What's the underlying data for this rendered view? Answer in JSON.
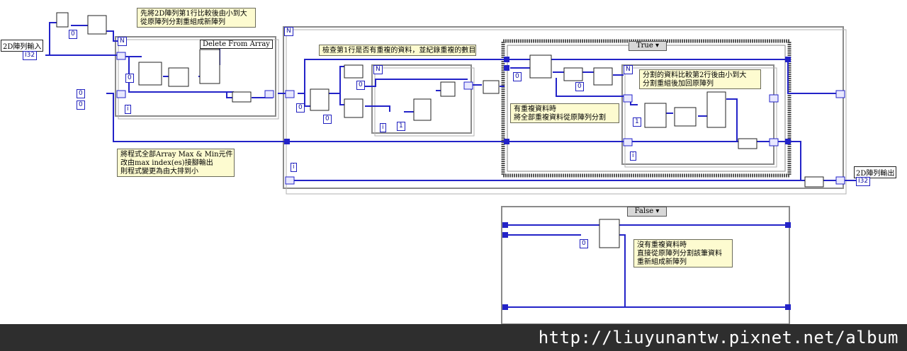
{
  "notes": {
    "top": "先將2D陣列第1行比較後由小到大\n從原陣列分割重組成新陣列",
    "check": "檢查第1行是否有重複的資料，並紀錄重複的數目",
    "dup": "有重複資料時\n將全部重複資料從原陣列分割",
    "split": "分割的資料比較第2行後由小到大\n分割重組後加回原陣列",
    "change": "將程式全部Array Max & Min元件\n改由max index(es)接腳輸出\n則程式變更為由大排到小",
    "nodup": "沒有重複資料時\n直接從原陣列分割該筆資料\n重新組成新陣列"
  },
  "labels": {
    "input": "2D陣列輸入",
    "output": "2D陣列輸出",
    "delete": "Delete From Array",
    "true_case": "True",
    "false_case": "False"
  },
  "indicators": {
    "in_type": "I32",
    "out_type": "I32",
    "ctrl_top": "0",
    "ctrl_bot": "0"
  },
  "constants": [
    "0",
    "0",
    "0",
    "0",
    "0",
    "1",
    "0",
    "0",
    "1",
    "0"
  ],
  "terminals": {
    "n": "N",
    "i": "i"
  },
  "footer": {
    "url": "http://liuyunantw.pixnet.net/album"
  },
  "colors": {
    "wire": "#2323c8",
    "frame": "#8a8a8a",
    "note_bg": "#fdfbd0",
    "footer_bg": "#2e2e2e"
  }
}
